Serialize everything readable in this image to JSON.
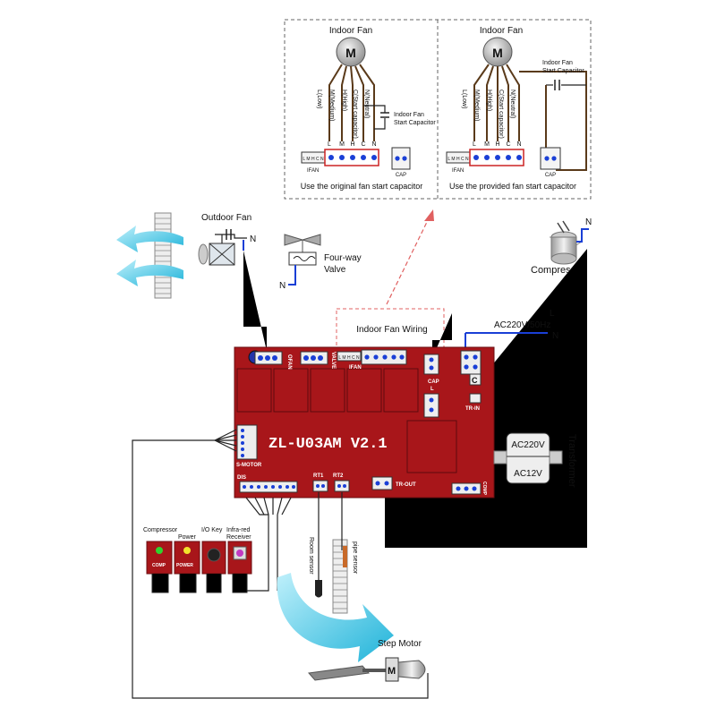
{
  "inset_left": {
    "title": "Indoor Fan",
    "motor": "M",
    "wires": [
      "L(Low)",
      "M(Medium)",
      "H(High)",
      "C(Start capacitor)",
      "N(Neutral)"
    ],
    "capacitor_label_1": "Indoor Fan",
    "capacitor_label_2": "Start Capacitor",
    "terminal_letters": [
      "L",
      "M",
      "H",
      "C",
      "N"
    ],
    "connector_label": "L M H C N",
    "connector_name": "IFAN",
    "cap_label": "CAP",
    "caption": "Use the original fan start capacitor"
  },
  "inset_right": {
    "title": "Indoor Fan",
    "motor": "M",
    "wires": [
      "L(Low)",
      "M(Medium)",
      "H(High)",
      "C(Start capacitor)",
      "N(Neutral)"
    ],
    "capacitor_label_1": "Indoor Fan",
    "capacitor_label_2": "Start Capacitor",
    "terminal_letters": [
      "L",
      "M",
      "H",
      "C",
      "N"
    ],
    "connector_label": "L M H C N",
    "connector_name": "IFAN",
    "cap_label": "CAP",
    "caption": "Use the provided fan start capacitor"
  },
  "labels": {
    "outdoor_fan": "Outdoor Fan",
    "outdoor_fan_n": "N",
    "four_way_1": "Four-way",
    "four_way_2": "Valve",
    "valve_n": "N",
    "compressor": "Compressor",
    "compressor_n": "N",
    "indoor_fan_wiring": "Indoor Fan Wiring",
    "line_l": "L",
    "line_n": "N",
    "ac_supply": "AC220V/50Hz",
    "transformer": "Transformer",
    "ac220": "AC220V",
    "ac12": "AC12V",
    "room_sensor": "Room sensor",
    "pipe_sensor": "pipe sensor",
    "step_motor": "Step Motor",
    "step_motor_m": "M"
  },
  "board": {
    "title": "ZL-U03AM V2.1",
    "ofan": "OFAN",
    "valve": "VALVE",
    "ifan_pins": "L M H C N",
    "ifan": "IFAN",
    "cap": "CAP",
    "l": "L",
    "c": "C",
    "tr_in": "TR-IN",
    "s_motor": "S-MOTOR",
    "dis": "DIS",
    "rt1": "RT1",
    "rt2": "RT2",
    "tr_out": "TR-OUT",
    "comp_pins": "COMP"
  },
  "display_board": {
    "compressor": "Compressor",
    "power": "Power",
    "io_key": "I/O Key",
    "ir_1": "Infra-red",
    "ir_2": "Receiver",
    "comp_led": "COMP",
    "power_led": "POWER"
  },
  "colors": {
    "board_red": "#a8161a",
    "wire_brown": "#5a3a1a",
    "wire_blue": "#1a3fd6",
    "airflow_cyan": "#37c6e8",
    "callout_red": "#e06060"
  }
}
